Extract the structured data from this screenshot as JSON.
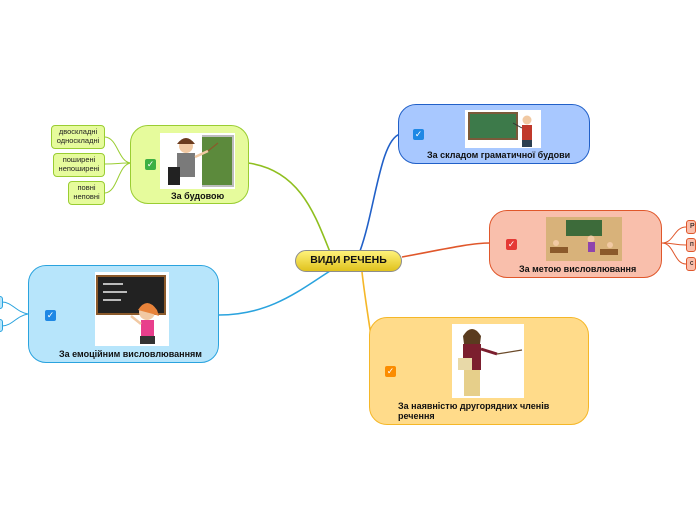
{
  "root": {
    "label": "ВИДИ РЕЧЕНЬ"
  },
  "colors": {
    "green": "#e6fb9c",
    "greenBorder": "#9acd32",
    "blue": "#a8c8ff",
    "blueBorder": "#2160c8",
    "salmon": "#f9bfac",
    "salmonBorder": "#e0572b",
    "yellow": "#ffdb8a",
    "yellowBorder": "#f5b728",
    "sky": "#b7e5fb",
    "skyBorder": "#2aa3de"
  },
  "nodes": {
    "budova": {
      "label": "За будовою",
      "check_icon": "green-check-icon",
      "image": "teacher-at-chalkboard-image",
      "leaves": [
        {
          "text": "двоскладні односкладні"
        },
        {
          "text": "поширені непоширені"
        },
        {
          "text": "повні неповні"
        }
      ]
    },
    "sklad": {
      "label": "За складом граматичної будови",
      "check_icon": "blue-check-icon",
      "image": "teacher-pointing-at-board-image"
    },
    "meta": {
      "label": "За метою висловлювання",
      "check_icon": "red-check-icon",
      "image": "classroom-image",
      "leaves": [
        {
          "text": "Р"
        },
        {
          "text": "п"
        },
        {
          "text": "с"
        }
      ]
    },
    "druhoriadni": {
      "label": "За наявністю другорядних членів речення",
      "check_icon": "orange-check-icon",
      "image": "teacher-with-pointer-image"
    },
    "emotsii": {
      "label": "За емоційним висловлюванням",
      "check_icon": "blue-check-icon",
      "image": "teacher-writing-on-board-image"
    }
  }
}
